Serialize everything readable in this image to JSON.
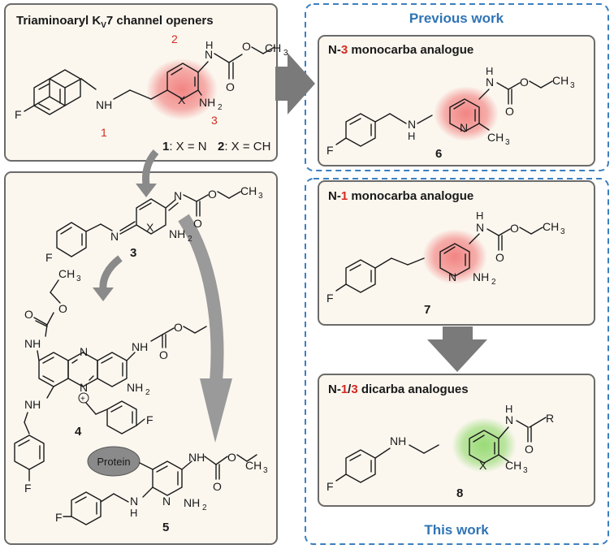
{
  "top_left": {
    "title_pre": "Triaminoaryl K",
    "title_sub": "V",
    "title_post": "7 channel openers",
    "label_2": "2",
    "label_1": "1",
    "label_3": "3",
    "caption_1": "1",
    "caption_1_text": ": X = N",
    "caption_2": "2",
    "caption_2_text": ": X = CH"
  },
  "left": {
    "compound_3": "3",
    "compound_4": "4",
    "compound_5": "5",
    "protein_label": "Protein"
  },
  "previous": {
    "header": "Previous work",
    "panel_6_pre": "N-",
    "panel_6_num": "3",
    "panel_6_post": " monocarba analogue",
    "compound_6": "6",
    "panel_7_pre": "N-",
    "panel_7_num": "1",
    "panel_7_post": " monocarba analogue",
    "compound_7": "7"
  },
  "this_work": {
    "panel_8_pre": "N-",
    "panel_8_num1": "1",
    "panel_8_slash": "/",
    "panel_8_num2": "3",
    "panel_8_post": " dicarba analogues",
    "compound_8": "8",
    "footer": "This work"
  },
  "atoms": {
    "N": "N",
    "NH": "NH",
    "H": "H",
    "O": "O",
    "F": "F",
    "X": "X",
    "R": "R",
    "CH": "CH",
    "NH2_N": "NH",
    "sub2": "2",
    "sub3": "3"
  },
  "colors": {
    "panel_fill": "#fbf7ef",
    "panel_stroke": "#6b6b6b",
    "dash_blue": "#3b7fc0",
    "label_red": "#d42a20",
    "highlight_red": "#f07070",
    "highlight_green": "#8fd86a",
    "arrow_gray": "#7a7a7a"
  }
}
